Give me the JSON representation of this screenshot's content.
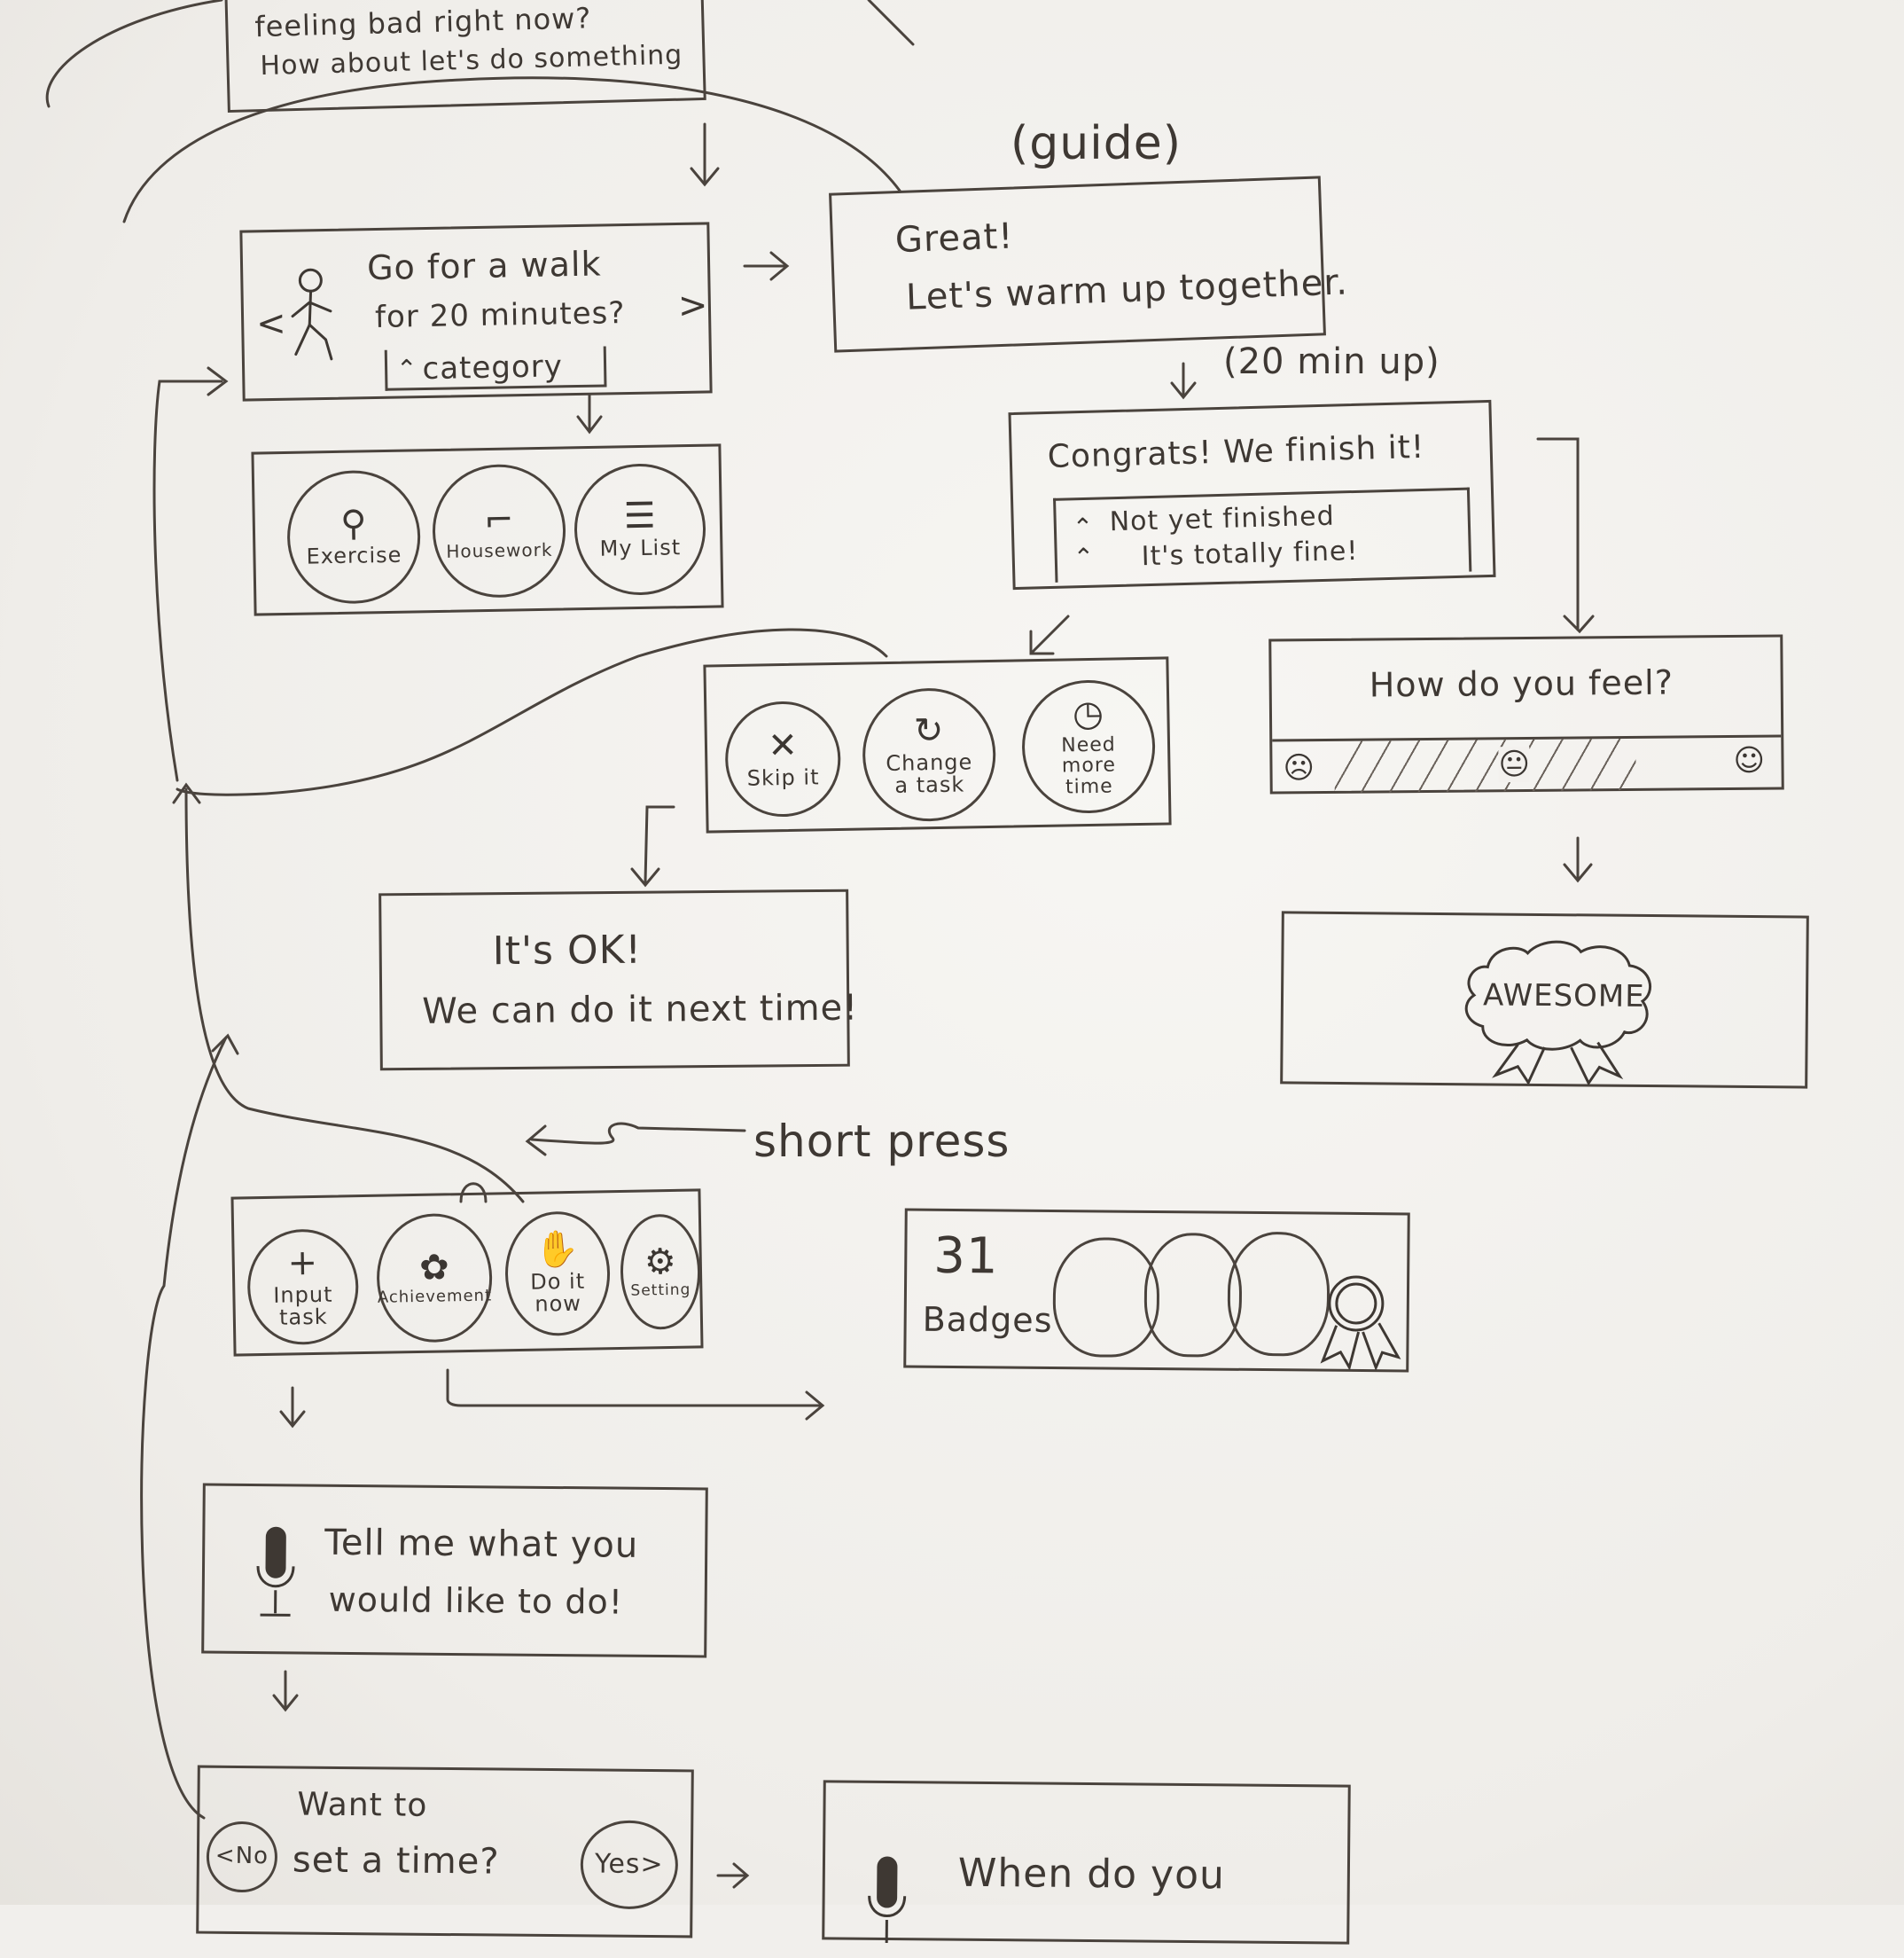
{
  "intro": {
    "line1": "feeling bad right now?",
    "line2": "How about let's do something"
  },
  "guide_label": "(guide)",
  "task_card": {
    "line1": "Go for a walk",
    "line2": "for 20 minutes?",
    "category_button": "category",
    "prev_arrow": "<",
    "next_arrow": ">"
  },
  "categories": [
    {
      "label": "Exercise",
      "icon": "exercise-icon"
    },
    {
      "label": "Housework",
      "icon": "broom-icon"
    },
    {
      "label": "My List",
      "icon": "list-icon"
    }
  ],
  "great_card": {
    "line1": "Great!",
    "line2": "Let's warm up together."
  },
  "timer_note": "(20 min up)",
  "congrats_card": {
    "title": "Congrats! We finish it!",
    "panel_line1": "Not yet finished",
    "panel_line2": "It's totally fine!"
  },
  "options": [
    {
      "label": "Skip it",
      "icon": "x-icon",
      "glyph": "✕"
    },
    {
      "label": "Change a task",
      "icon": "refresh-icon",
      "glyph": "↻"
    },
    {
      "label": "Need more time",
      "icon": "clock-icon",
      "glyph": "◷"
    }
  ],
  "feel_card": {
    "title": "How do you feel?"
  },
  "ok_card": {
    "line1": "It's OK!",
    "line2": "We can do it next time!"
  },
  "awesome_label": "AWESOME",
  "short_press": "short press",
  "main_menu": [
    {
      "label": "Input task",
      "icon": "plus-icon",
      "glyph": "+"
    },
    {
      "label": "Achievement",
      "icon": "badge-icon",
      "glyph": "✿"
    },
    {
      "label": "Do it now",
      "icon": "hand-icon",
      "glyph": "✋"
    },
    {
      "label": "Setting",
      "icon": "gear-icon",
      "glyph": "⚙"
    }
  ],
  "badges_card": {
    "count": "31",
    "label": "Badges"
  },
  "voice_card": {
    "line1": "Tell me what you",
    "line2": "would like to do!"
  },
  "time_card": {
    "line1": "Want to",
    "line2": "set a time?",
    "no": "<No",
    "yes": "Yes>"
  },
  "when_card": {
    "line1": "When do you"
  }
}
